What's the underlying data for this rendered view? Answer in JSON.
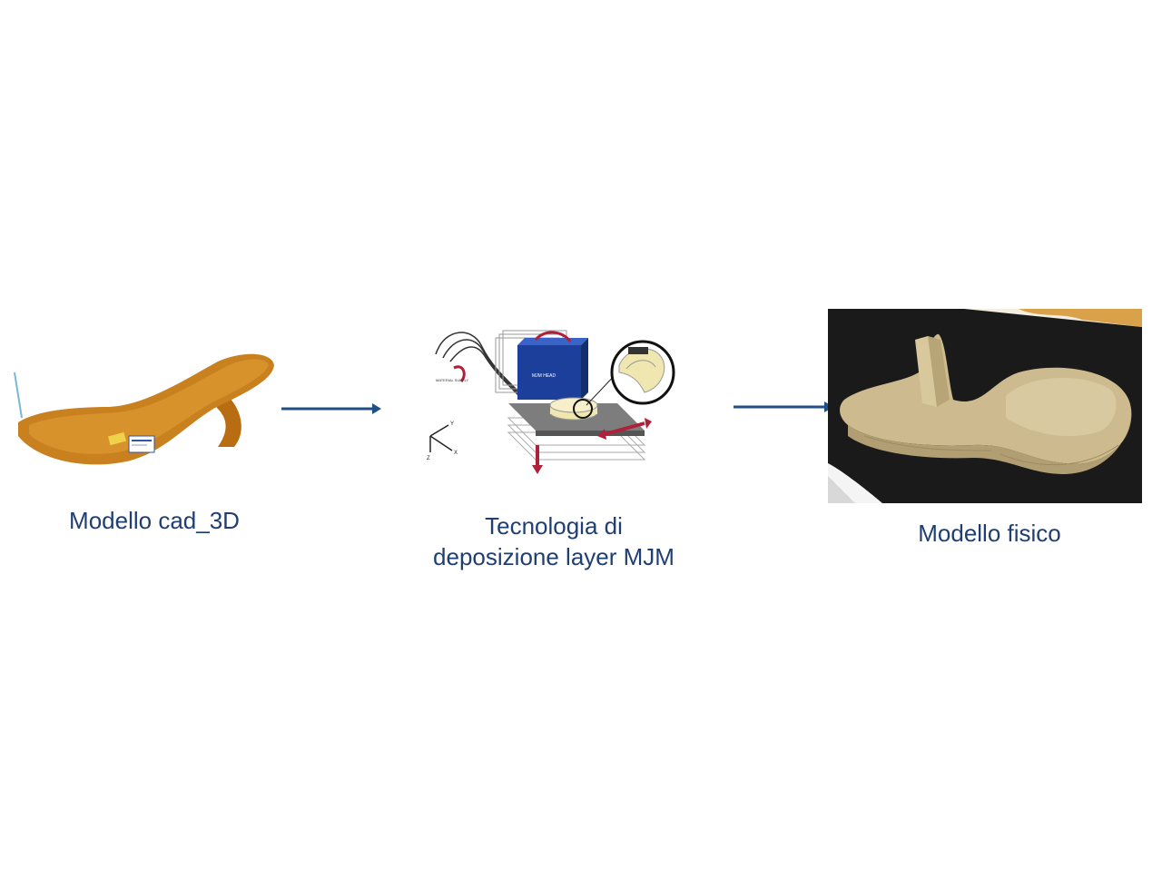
{
  "diagram": {
    "steps": [
      {
        "label": "Modello cad_3D"
      },
      {
        "label_lines": [
          "Tecnologia di",
          "deposizione layer MJM"
        ]
      },
      {
        "label": "Modello fisico"
      }
    ],
    "machine_inset": {
      "head_label": "MJM HEAD",
      "supply_label": "MATERIAL SUPPLY",
      "axis_labels": [
        "Y",
        "Z",
        "X"
      ]
    },
    "colors": {
      "caption": "#1f3f73",
      "arrow": "#1f4f86",
      "cad_model": "#c8781a",
      "print_head": "#1b3f9a",
      "physical_model": "#cdbb8f",
      "tray": "#1a1a1a"
    },
    "icons": {
      "cad": "high-heel-shoe-cad-render",
      "process": "mjm-printer-schematic",
      "physical": "printed-shoe-photo"
    }
  }
}
